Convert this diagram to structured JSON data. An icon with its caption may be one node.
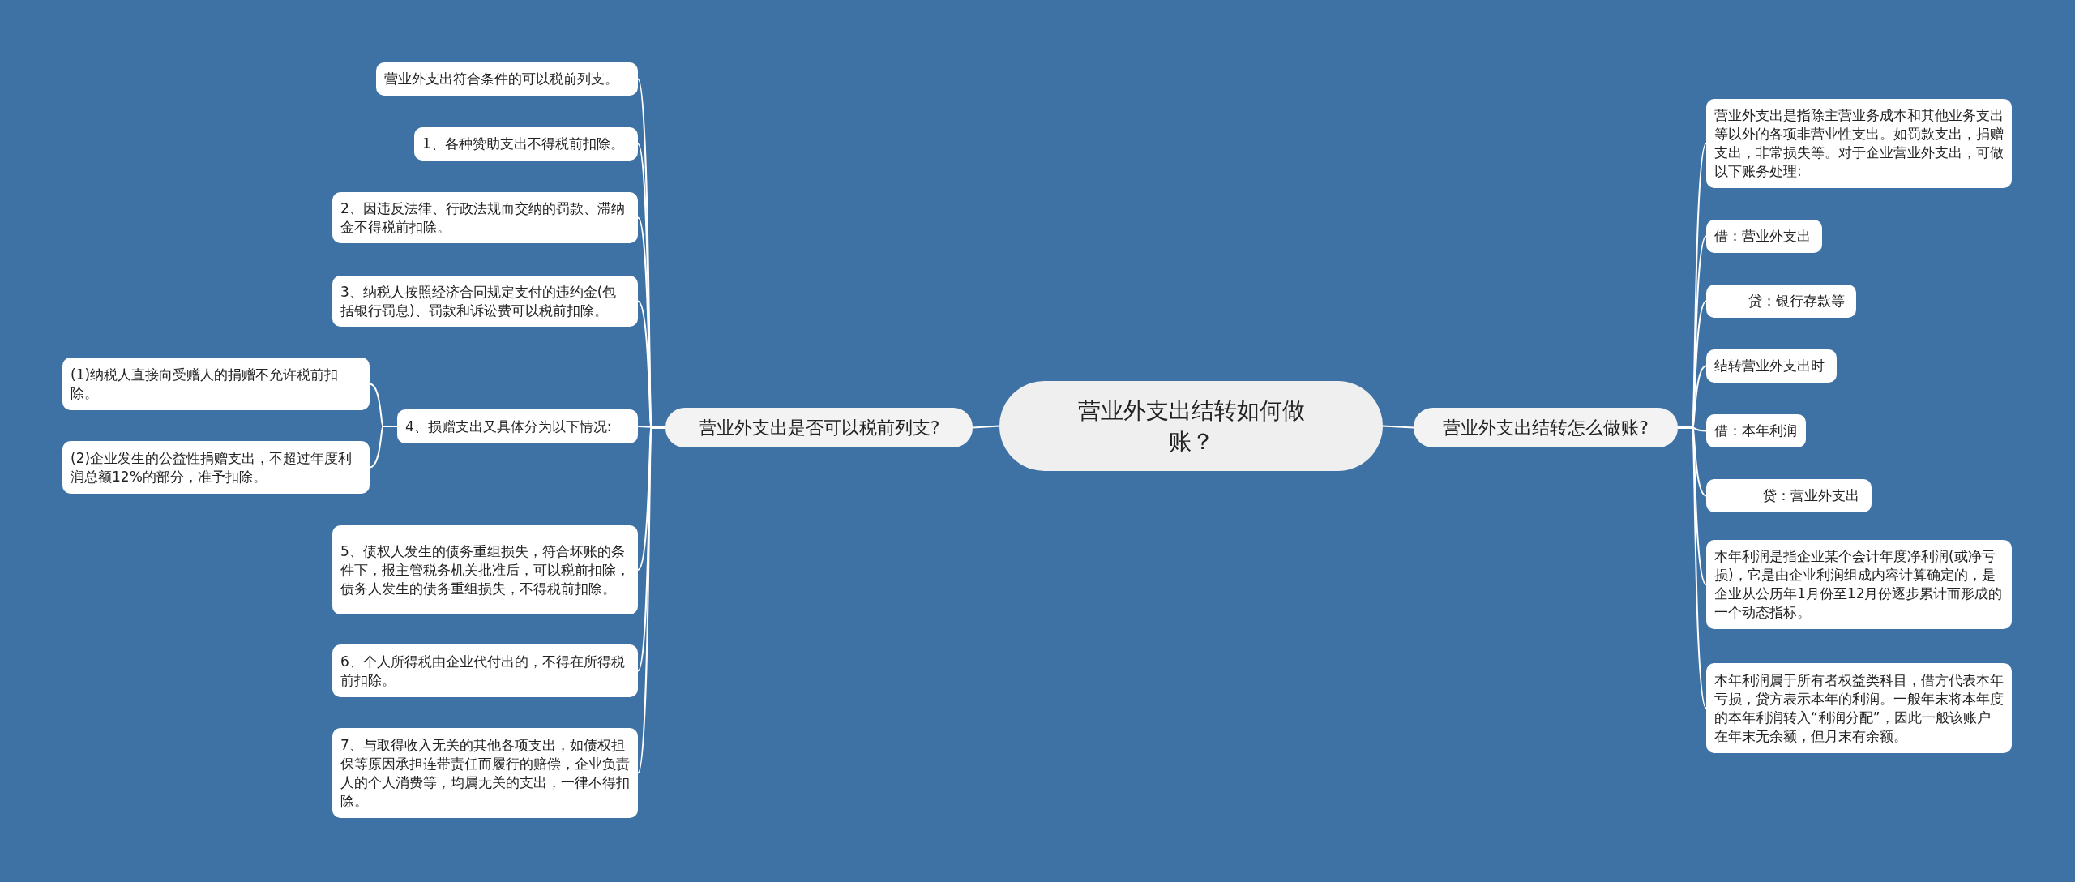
{
  "diagram": {
    "nodes": [
      {
        "text": [
          "营业外支出结转如何做账？"
        ]
      },
      {
        "text": [
          "营业外支出是否可以税前列支?"
        ]
      },
      {
        "text": [
          "营业外支出符合条件的可以税前列支。"
        ]
      },
      {
        "text": [
          "1、各种赞助支出不得税前扣除。"
        ]
      },
      {
        "text": [
          "2、因违反法律、行政法规而交纳的罚款、滞纳金不得税前扣除。"
        ]
      },
      {
        "text": [
          "3、纳税人按照经济合同规定支付的违约金(包括银行罚息)、罚款和诉讼费可以税前扣除。"
        ]
      },
      {
        "text": [
          "4、损赠支出又具体分为以下情况:"
        ]
      },
      {
        "text": [
          "(1)纳税人直接向受赠人的捐赠不允许税前扣除。"
        ]
      },
      {
        "text": [
          "(2)企业发生的公益性捐赠支出，不超过年度利润总额12%的部分，准予扣除。"
        ]
      },
      {
        "text": [
          "5、债权人发生的债务重组损失，符合坏账的条件下，报主管税务机关批准后，可以税前扣除，债务人发生的债务重组损失，不得税前扣除。"
        ]
      },
      {
        "text": [
          "6、个人所得税由企业代付出的，不得在所得税前扣除。"
        ]
      },
      {
        "text": [
          "7、与取得收入无关的其他各项支出，如债权担保等原因承担连带责任而履行的赔偿，企业负责人的个人消费等，均属无关的支出，一律不得扣除。"
        ]
      },
      {
        "text": [
          "营业外支出结转怎么做账?"
        ]
      },
      {
        "text": [
          "营业外支出是指除主营业务成本和其他业务支出等以外的各项非营业性支出。如罚款支出，捐赠支出，非常损失等。对于企业营业外支出，可做以下账务处理:"
        ]
      },
      {
        "text": [
          "借：营业外支出"
        ]
      },
      {
        "text": [
          "贷：银行存款等"
        ]
      },
      {
        "text": [
          "结转营业外支出时"
        ]
      },
      {
        "text": [
          "借：本年利润"
        ]
      },
      {
        "text": [
          "贷：营业外支出"
        ]
      },
      {
        "text": [
          "本年利润是指企业某个会计年度净利润(或净亏损)，它是由企业利润组成内容计算确定的，是企业从公历年1月份至12月份逐步累计而形成的一个动态指标。"
        ]
      },
      {
        "text": [
          "本年利润属于所有者权益类科目，借方代表本年亏损，贷方表示本年的利润。一般年末将本年度的本年利润转入“利润分配”，因此一般该账户在年末无余额，但月末有余额。"
        ]
      }
    ],
    "edges": [
      {
        "from": 0,
        "to": 1,
        "arrow": "none"
      },
      {
        "from": 1,
        "to": 2,
        "arrow": "none"
      },
      {
        "from": 1,
        "to": 3,
        "arrow": "none"
      },
      {
        "from": 1,
        "to": 4,
        "arrow": "none"
      },
      {
        "from": 1,
        "to": 5,
        "arrow": "none"
      },
      {
        "from": 1,
        "to": 6,
        "arrow": "none"
      },
      {
        "from": 6,
        "to": 7,
        "arrow": "none"
      },
      {
        "from": 6,
        "to": 8,
        "arrow": "none"
      },
      {
        "from": 1,
        "to": 9,
        "arrow": "none"
      },
      {
        "from": 1,
        "to": 10,
        "arrow": "none"
      },
      {
        "from": 1,
        "to": 11,
        "arrow": "none"
      },
      {
        "from": 0,
        "to": 12,
        "arrow": "none"
      },
      {
        "from": 12,
        "to": 13,
        "arrow": "none"
      },
      {
        "from": 12,
        "to": 14,
        "arrow": "none"
      },
      {
        "from": 12,
        "to": 15,
        "arrow": "none"
      },
      {
        "from": 12,
        "to": 16,
        "arrow": "none"
      },
      {
        "from": 12,
        "to": 17,
        "arrow": "none"
      },
      {
        "from": 12,
        "to": 18,
        "arrow": "none"
      },
      {
        "from": 12,
        "to": 19,
        "arrow": "none"
      },
      {
        "from": 12,
        "to": 20,
        "arrow": "none"
      }
    ]
  }
}
